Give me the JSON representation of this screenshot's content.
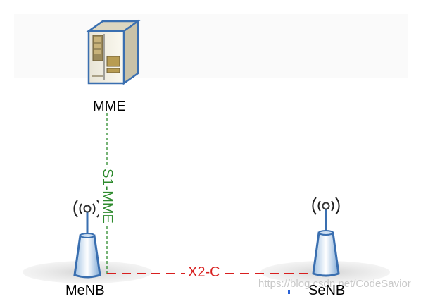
{
  "nodes": {
    "mme": "MME",
    "menb": "MeNB",
    "senb": "SeNB"
  },
  "links": {
    "s1": "S1-MME",
    "x2": "X2-C"
  },
  "watermark": "https://blog.csdn.net/CodeSavior",
  "icons": {
    "mme": "server-icon",
    "menb": "antenna-icon",
    "senb": "antenna-icon"
  },
  "colors": {
    "s1_link": "#2e8b2e",
    "x2_link": "#d81f1f",
    "antenna": "#3a6fb0"
  }
}
